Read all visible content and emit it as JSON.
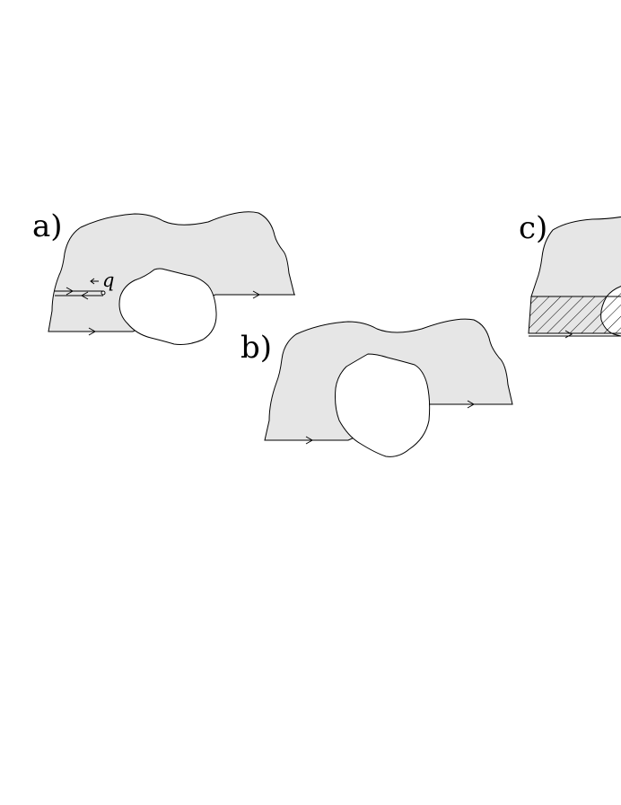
{
  "panels": {
    "a": {
      "label": "a)",
      "marker": "q"
    },
    "b": {
      "label": "b)"
    },
    "c": {
      "label": "c)"
    }
  },
  "colors": {
    "region_fill": "#e6e6e6",
    "hole_fill": "#ffffff",
    "stroke": "#000000",
    "background": "#ffffff"
  }
}
